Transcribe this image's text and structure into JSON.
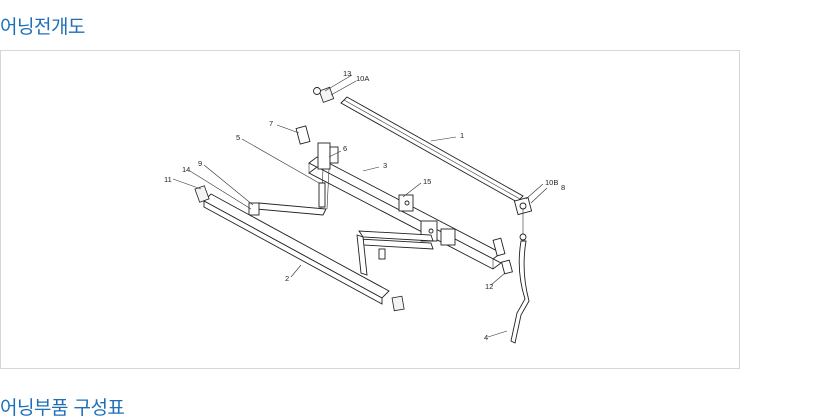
{
  "sections": {
    "diagram_title": "어닝전개도",
    "parts_table_title": "어닝부품 구성표"
  },
  "diagram": {
    "labels": [
      "1",
      "2",
      "3",
      "4",
      "5",
      "6",
      "7",
      "8",
      "9",
      "10A",
      "10B",
      "11",
      "12",
      "13",
      "14",
      "15"
    ]
  },
  "colors": {
    "title": "#1f6fb8",
    "border": "#d6d6d6"
  }
}
